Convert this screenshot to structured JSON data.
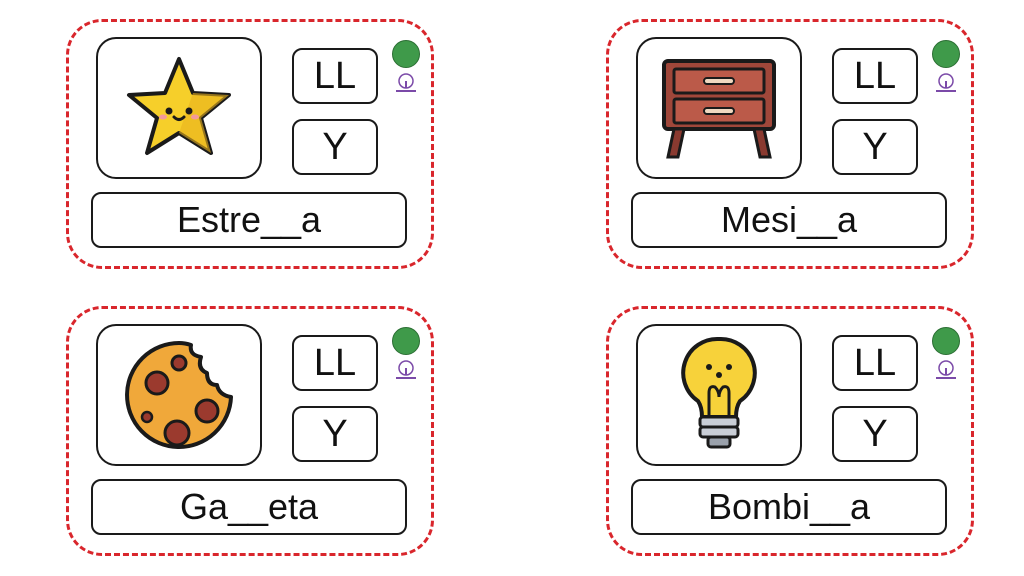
{
  "options": {
    "ll": "LL",
    "y": "Y"
  },
  "cards": [
    {
      "word": "Estre__a",
      "icon": "star-icon"
    },
    {
      "word": "Mesi__a",
      "icon": "nightstand-icon"
    },
    {
      "word": "Ga__eta",
      "icon": "cookie-icon"
    },
    {
      "word": "Bombi__a",
      "icon": "lightbulb-icon"
    }
  ],
  "colors": {
    "border_dashed": "#d9262c",
    "star": "#f6cf2a",
    "wood": "#a0473a",
    "cookie": "#f0a83a",
    "cookie_chip": "#9b3a2e",
    "bulb": "#f7d23a",
    "logo_badge": "#3f9a4a"
  }
}
